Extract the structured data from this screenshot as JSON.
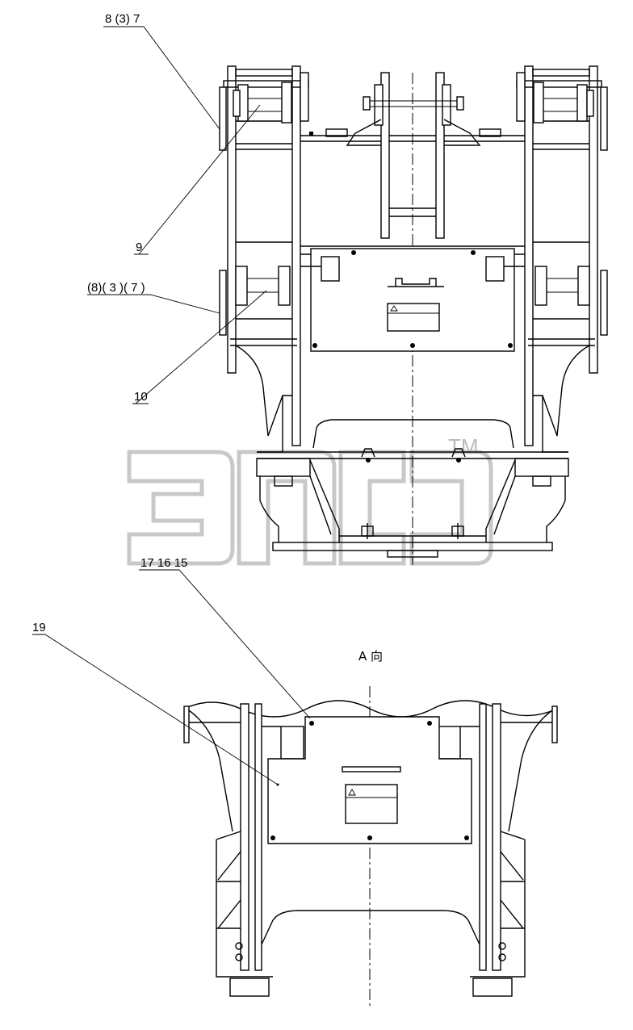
{
  "callouts": {
    "c1": "8 (3) 7",
    "c2": "9",
    "c3": "(8)( 3 )( 7 )",
    "c4": "10",
    "c5": "17 16 15",
    "c6": "19"
  },
  "view_label": "A 向",
  "watermark": {
    "trademark": "TM"
  },
  "colors": {
    "line": "#000000",
    "watermark": "#c8c8c8",
    "background": "#ffffff"
  }
}
